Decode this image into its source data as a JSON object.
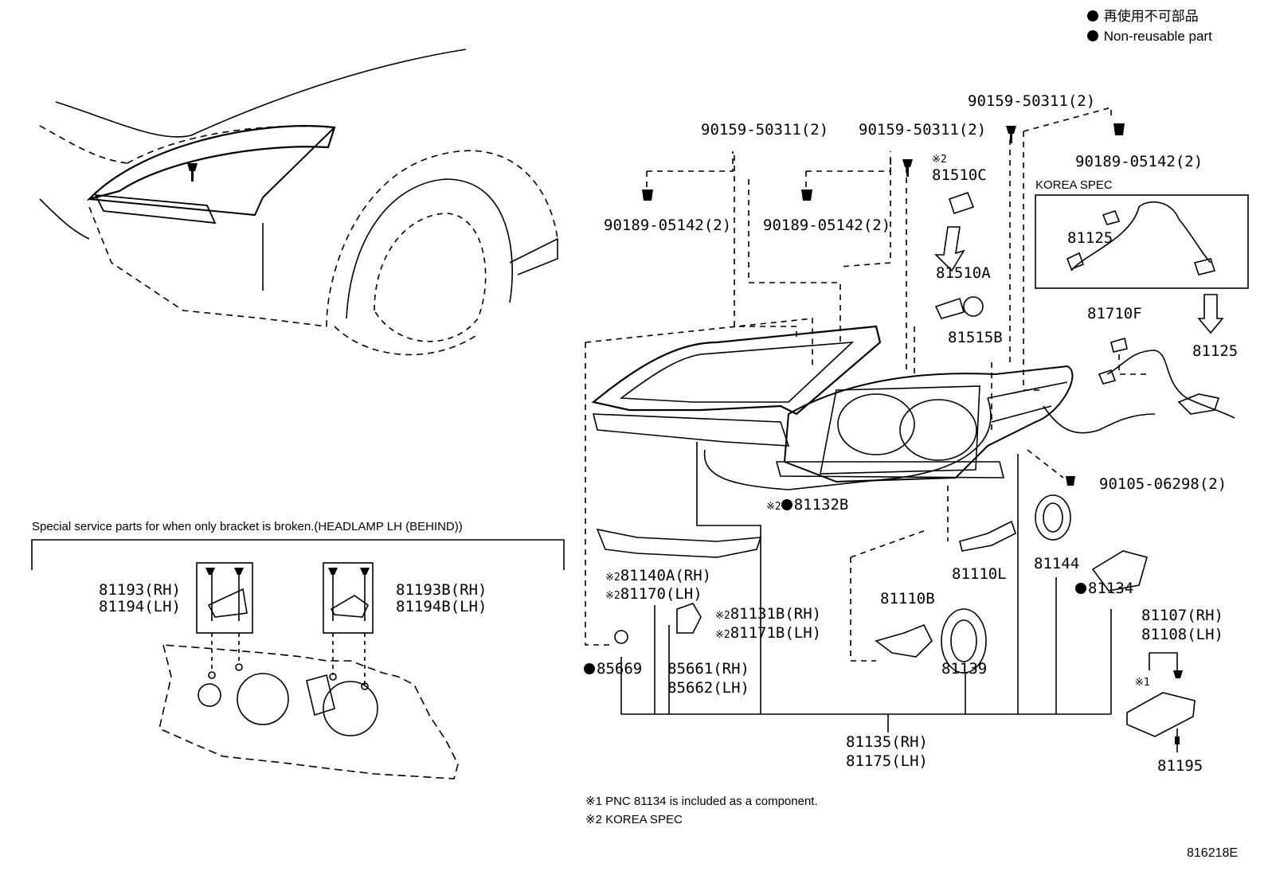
{
  "legend": {
    "jp": "再使用不可部品",
    "en": "Non-reusable part"
  },
  "special_service": "Special service parts for when only bracket is broken.(HEADLAMP LH (BEHIND))",
  "korea_spec_box": "KOREA SPEC",
  "mark1": "※1",
  "mark2": "※2",
  "parts": {
    "p90159_a": "90159-50311(2)",
    "p90159_b": "90159-50311(2)",
    "p90159_c": "90159-50311(2)",
    "p90189_a": "90189-05142(2)",
    "p90189_b": "90189-05142(2)",
    "p90189_c": "90189-05142(2)",
    "p81510C": "81510C",
    "p81510A": "81510A",
    "p81515B": "81515B",
    "p81125_a": "81125",
    "p81125_b": "81125",
    "p81710F": "81710F",
    "p90105": "90105-06298(2)",
    "p81132B": "81132B",
    "p81140A": "81140A(RH)",
    "p81170": "81170(LH)",
    "p81110L": "81110L",
    "p81144": "81144",
    "p81134": "81134",
    "p81131B": "81131B(RH)",
    "p81171B": "81171B(LH)",
    "p81110B": "81110B",
    "p85669": "85669",
    "p85661": "85661(RH)",
    "p85662": "85662(LH)",
    "p81139": "81139",
    "p81107": "81107(RH)",
    "p81108": "81108(LH)",
    "p81135": "81135(RH)",
    "p81175": "81175(LH)",
    "p81195": "81195",
    "p81193": "81193(RH)",
    "p81194": "81194(LH)",
    "p81193B": "81193B(RH)",
    "p81194B": "81194B(LH)"
  },
  "notes": {
    "n1": "※1 PNC 81134 is included as a component.",
    "n2": "※2 KOREA SPEC"
  },
  "figure_id": "816218E"
}
